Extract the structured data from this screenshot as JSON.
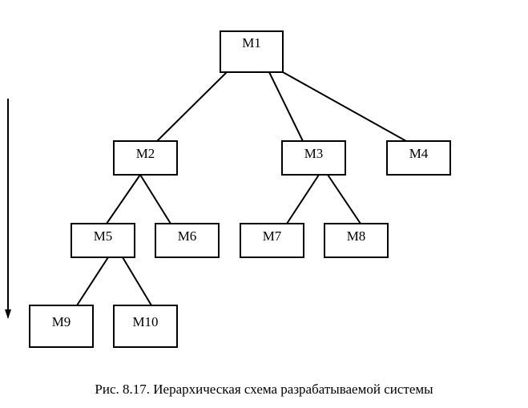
{
  "diagram": {
    "nodes": [
      {
        "id": "M1",
        "label": "M1"
      },
      {
        "id": "M2",
        "label": "M2"
      },
      {
        "id": "M3",
        "label": "M3"
      },
      {
        "id": "M4",
        "label": "M4"
      },
      {
        "id": "M5",
        "label": "M5"
      },
      {
        "id": "M6",
        "label": "M6"
      },
      {
        "id": "M7",
        "label": "M7"
      },
      {
        "id": "M8",
        "label": "M8"
      },
      {
        "id": "M9",
        "label": "M9"
      },
      {
        "id": "M10",
        "label": "M10"
      }
    ],
    "edges": [
      [
        "M1",
        "M2"
      ],
      [
        "M1",
        "M3"
      ],
      [
        "M1",
        "M4"
      ],
      [
        "M2",
        "M5"
      ],
      [
        "M2",
        "M6"
      ],
      [
        "M3",
        "M7"
      ],
      [
        "M3",
        "M8"
      ],
      [
        "M5",
        "M9"
      ],
      [
        "M5",
        "M10"
      ]
    ],
    "stroke_color": "#000000"
  },
  "caption": "Рис. 8.17. Иерархическая схема разрабатываемой системы"
}
